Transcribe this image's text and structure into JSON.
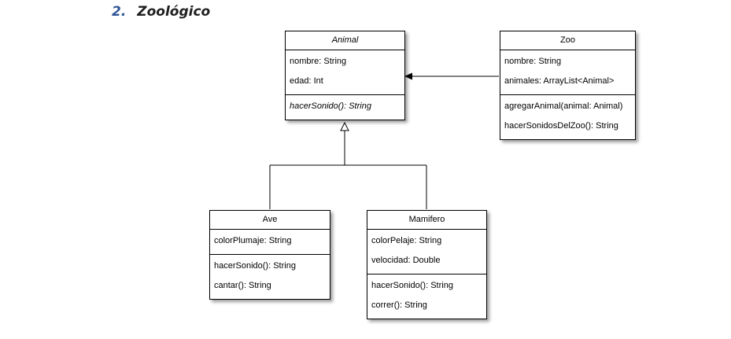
{
  "heading": {
    "number": "2.",
    "title": "Zoológico"
  },
  "classes": {
    "animal": {
      "name": "Animal",
      "attributes": [
        "nombre: String",
        "edad: Int"
      ],
      "methods": [
        "hacerSonido(): String"
      ]
    },
    "zoo": {
      "name": "Zoo",
      "attributes": [
        "nombre: String",
        "animales: ArrayList<Animal>"
      ],
      "methods": [
        "agregarAnimal(animal: Animal)",
        "hacerSonidosDelZoo(): String"
      ]
    },
    "ave": {
      "name": "Ave",
      "attributes": [
        "colorPlumaje: String"
      ],
      "methods": [
        "hacerSonido(): String",
        "cantar(): String"
      ]
    },
    "mamifero": {
      "name": "Mamifero",
      "attributes": [
        "colorPelaje: String",
        "velocidad: Double"
      ],
      "methods": [
        "hacerSonido(): String",
        "correr(): String"
      ]
    }
  }
}
